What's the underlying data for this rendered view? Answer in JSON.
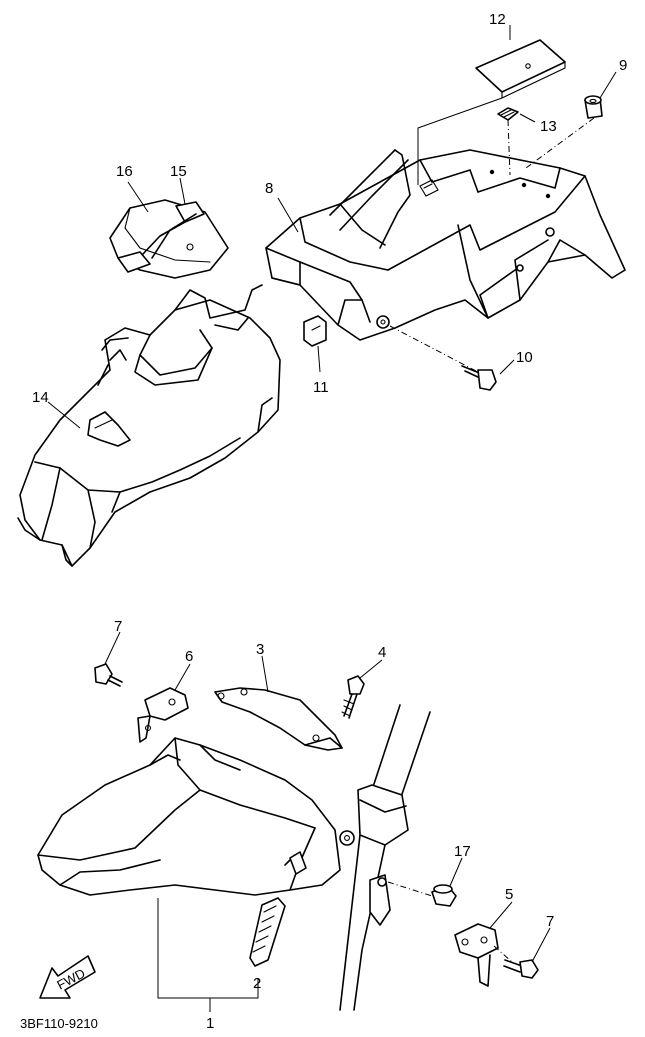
{
  "diagram_code": "3BF110-9210",
  "fwd_label": "FWD",
  "callouts": {
    "c1": "1",
    "c2": "2",
    "c3": "3",
    "c4": "4",
    "c5": "5",
    "c6": "6",
    "c7a": "7",
    "c7b": "7",
    "c8": "8",
    "c9": "9",
    "c10": "10",
    "c11": "11",
    "c12": "12",
    "c13": "13",
    "c14": "14",
    "c15": "15",
    "c16": "16",
    "c17": "17"
  }
}
